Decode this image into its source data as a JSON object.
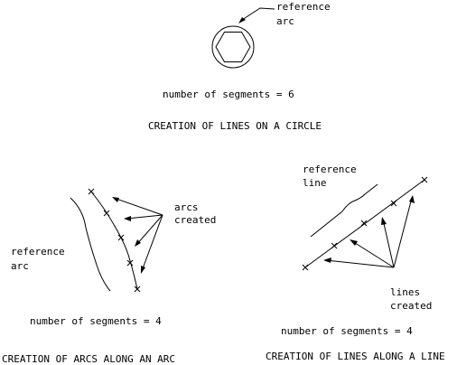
{
  "diagrams": [
    {
      "caption": "CREATION OF LINES ON A CIRCLE",
      "segments_label": "number of segments = 6",
      "callout_lines": [
        "reference",
        "arc"
      ]
    },
    {
      "caption": "CREATION OF ARCS ALONG AN ARC",
      "segments_label": "number of segments = 4",
      "callout_created": [
        "arcs",
        "created"
      ],
      "callout_reference": [
        "reference",
        "arc"
      ]
    },
    {
      "caption": "CREATION OF LINES ALONG A LINE",
      "segments_label": "number of segments = 4",
      "callout_reference": [
        "reference",
        "line"
      ],
      "callout_created": [
        "lines",
        "created"
      ]
    }
  ]
}
